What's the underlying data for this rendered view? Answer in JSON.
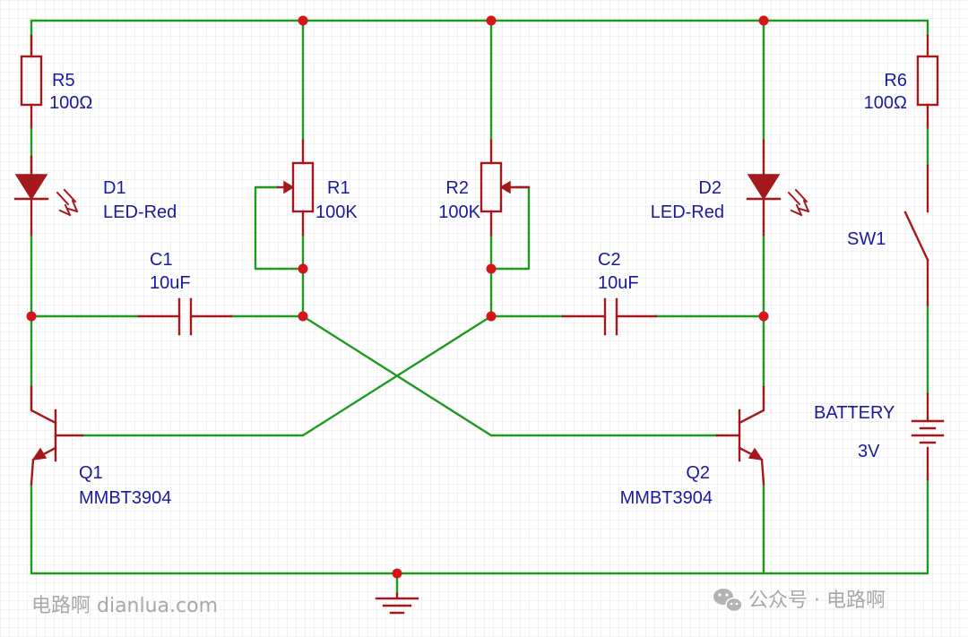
{
  "components": {
    "r5": {
      "ref": "R5",
      "value": "100Ω"
    },
    "r6": {
      "ref": "R6",
      "value": "100Ω"
    },
    "d1": {
      "ref": "D1",
      "value": "LED-Red"
    },
    "d2": {
      "ref": "D2",
      "value": "LED-Red"
    },
    "r1": {
      "ref": "R1",
      "value": "100K"
    },
    "r2": {
      "ref": "R2",
      "value": "100K"
    },
    "c1": {
      "ref": "C1",
      "value": "10uF"
    },
    "c2": {
      "ref": "C2",
      "value": "10uF"
    },
    "q1": {
      "ref": "Q1",
      "value": "MMBT3904"
    },
    "q2": {
      "ref": "Q2",
      "value": "MMBT3904"
    },
    "sw1": {
      "ref": "SW1"
    },
    "battery": {
      "ref": "BATTERY",
      "value": "3V"
    }
  },
  "watermarks": {
    "left": "电路啊 dianlua.com",
    "right": "公众号 · 电路啊"
  },
  "colors": {
    "wire": "#1f9a1f",
    "component": "#a3191d",
    "junction": "#d4161b",
    "label": "#1a1a9c",
    "grid": "#e6e6e6",
    "watermark": "#a8a8a8"
  }
}
